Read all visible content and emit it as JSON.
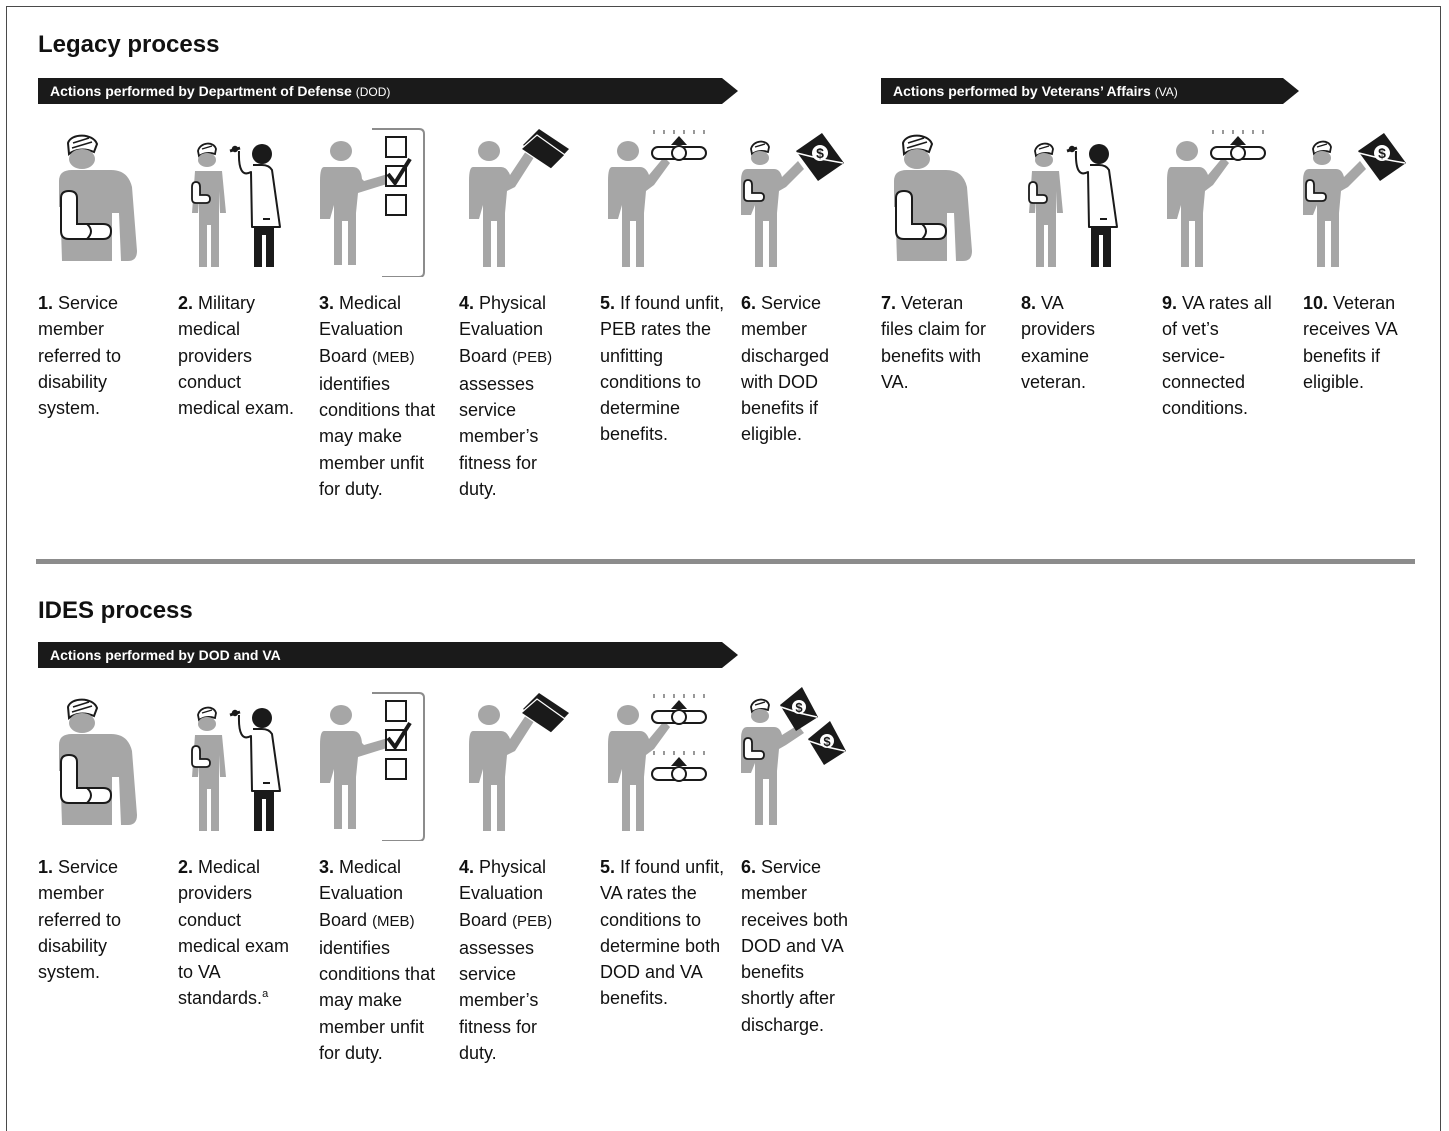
{
  "colors": {
    "figure_gray": "#a6a6a6",
    "ink": "#1a1a1a",
    "divider": "#8c8c8c"
  },
  "legacy": {
    "title": "Legacy process",
    "banner_dod": {
      "label": "Actions performed by Department of Defense",
      "abbr": "(DOD)"
    },
    "banner_va": {
      "label": "Actions performed by Veterans’ Affairs",
      "abbr": "(VA)"
    },
    "steps": [
      {
        "num": "1.",
        "text": "Service member referred to disability system.",
        "icon": "injured-member-icon"
      },
      {
        "num": "2.",
        "text": "Military medical providers conduct medical exam.",
        "icon": "doctor-exam-icon"
      },
      {
        "num": "3.",
        "text_a": "Medical Evaluation Board",
        "abbr": "(MEB)",
        "text_b": "identifies conditions that may make member unfit for duty.",
        "icon": "checklist-icon"
      },
      {
        "num": "4.",
        "text_a": "Physical Evaluation Board",
        "abbr": "(PEB)",
        "text_b": "assesses service member’s fitness for duty.",
        "icon": "folder-icon"
      },
      {
        "num": "5.",
        "text": "If found unfit, PEB rates the unfitting conditions to determine benefits.",
        "icon": "rating-slider-icon"
      },
      {
        "num": "6.",
        "text": "Service member discharged with DOD benefits if eligible.",
        "icon": "benefit-envelope-icon"
      },
      {
        "num": "7.",
        "text": "Veteran files claim for benefits with VA.",
        "icon": "injured-member-icon"
      },
      {
        "num": "8.",
        "text": "VA providers examine veteran.",
        "icon": "doctor-exam-icon"
      },
      {
        "num": "9.",
        "text": "VA rates all of vet’s service-connected conditions.",
        "icon": "rating-slider-icon"
      },
      {
        "num": "10.",
        "text": "Veteran receives VA benefits if eligible.",
        "icon": "benefit-envelope-icon"
      }
    ]
  },
  "ides": {
    "title": "IDES process",
    "banner": {
      "label": "Actions performed by DOD and VA"
    },
    "steps": [
      {
        "num": "1.",
        "text": "Service member referred to disability system.",
        "icon": "injured-member-icon"
      },
      {
        "num": "2.",
        "text": "Medical providers conduct medical exam to VA standards.",
        "footnote": "a",
        "icon": "doctor-exam-icon"
      },
      {
        "num": "3.",
        "text_a": "Medical Evaluation Board",
        "abbr": "(MEB)",
        "text_b": "identifies conditions that may make member unfit for duty.",
        "icon": "checklist-icon"
      },
      {
        "num": "4.",
        "text_a": "Physical Evaluation Board",
        "abbr": "(PEB)",
        "text_b": "assesses service member’s fitness for duty.",
        "icon": "folder-icon"
      },
      {
        "num": "5.",
        "text": "If found unfit, VA rates the conditions to determine both DOD and VA benefits.",
        "icon": "double-rating-slider-icon"
      },
      {
        "num": "6.",
        "text": "Service member receives both DOD and VA benefits shortly after discharge.",
        "icon": "double-benefit-envelope-icon"
      }
    ]
  }
}
